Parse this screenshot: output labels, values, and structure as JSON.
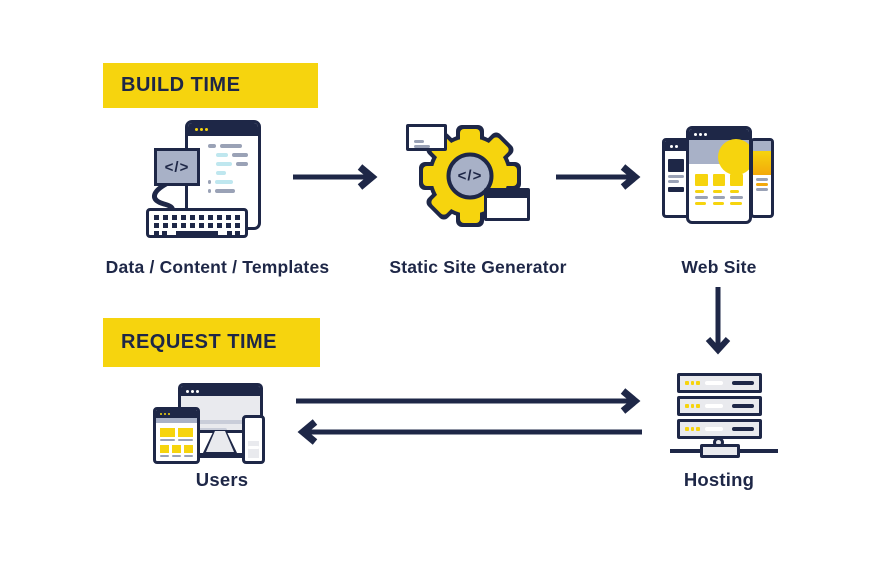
{
  "badges": {
    "build": "BUILD TIME",
    "request": "REQUEST TIME"
  },
  "nodes": {
    "data": {
      "label": "Data / Content / Templates",
      "icon": "code-editor-keyboard-icon",
      "code_glyph": "</>"
    },
    "generator": {
      "label": "Static Site Generator",
      "icon": "gear-code-icon",
      "code_glyph": "</>"
    },
    "website": {
      "label": "Web Site",
      "icon": "browser-windows-icon"
    },
    "users": {
      "label": "Users",
      "icon": "devices-icon"
    },
    "hosting": {
      "label": "Hosting",
      "icon": "server-stack-icon"
    }
  },
  "flows": [
    {
      "from": "Data / Content / Templates",
      "to": "Static Site Generator",
      "phase": "build",
      "direction": "right"
    },
    {
      "from": "Static Site Generator",
      "to": "Web Site",
      "phase": "build",
      "direction": "right"
    },
    {
      "from": "Web Site",
      "to": "Hosting",
      "phase": "deploy",
      "direction": "down"
    },
    {
      "from": "Users",
      "to": "Hosting",
      "phase": "request",
      "direction": "right"
    },
    {
      "from": "Hosting",
      "to": "Users",
      "phase": "response",
      "direction": "left"
    }
  ],
  "colors": {
    "navy": "#1e2747",
    "yellow": "#f6d40e",
    "slate": "#a8b1c7",
    "light_gray": "#e9eaee",
    "cyan": "#bfe7ef",
    "orange": "#f3a90b",
    "background": "#ffffff"
  }
}
